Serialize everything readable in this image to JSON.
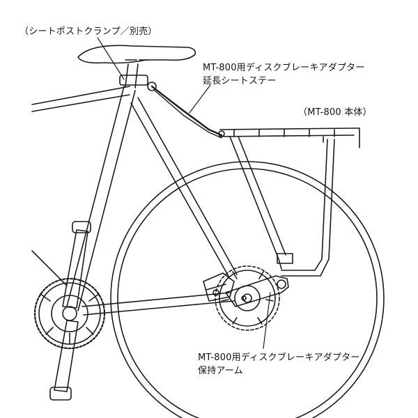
{
  "labels": {
    "seatpost_clamp": "（シートポストクランプ／別売）",
    "extension_stay": {
      "line1": "MT-800用ディスクブレーキアダプター",
      "line2": "延長シートステー"
    },
    "rack_body": "（MT-800 本体）",
    "holding_arm": {
      "line1": "MT-800用ディスクブレーキアダプター",
      "line2": "保持アーム"
    }
  },
  "colors": {
    "line": "#1a1a1a",
    "background": "#ffffff"
  }
}
